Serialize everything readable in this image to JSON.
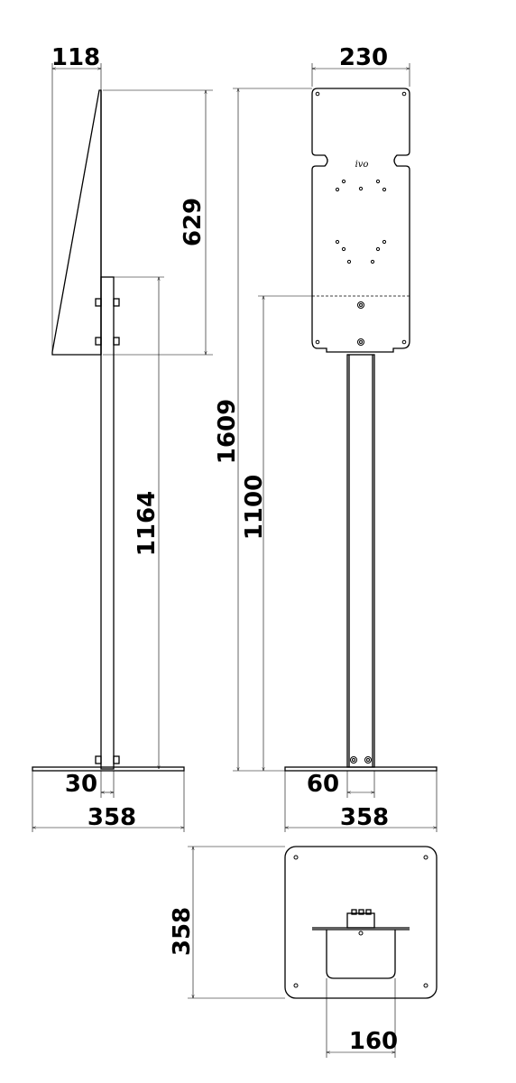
{
  "dimensions": {
    "side_top_width": "118",
    "side_panel_height": "629",
    "side_post_height": "1164",
    "side_base_offset": "30",
    "side_base_width": "358",
    "front_panel_width": "230",
    "front_total_height": "1609",
    "front_mount_height": "1100",
    "front_post_width": "60",
    "front_base_width": "358",
    "plan_base_depth": "358",
    "plan_bracket_width": "160"
  },
  "logo_text": "ivo"
}
